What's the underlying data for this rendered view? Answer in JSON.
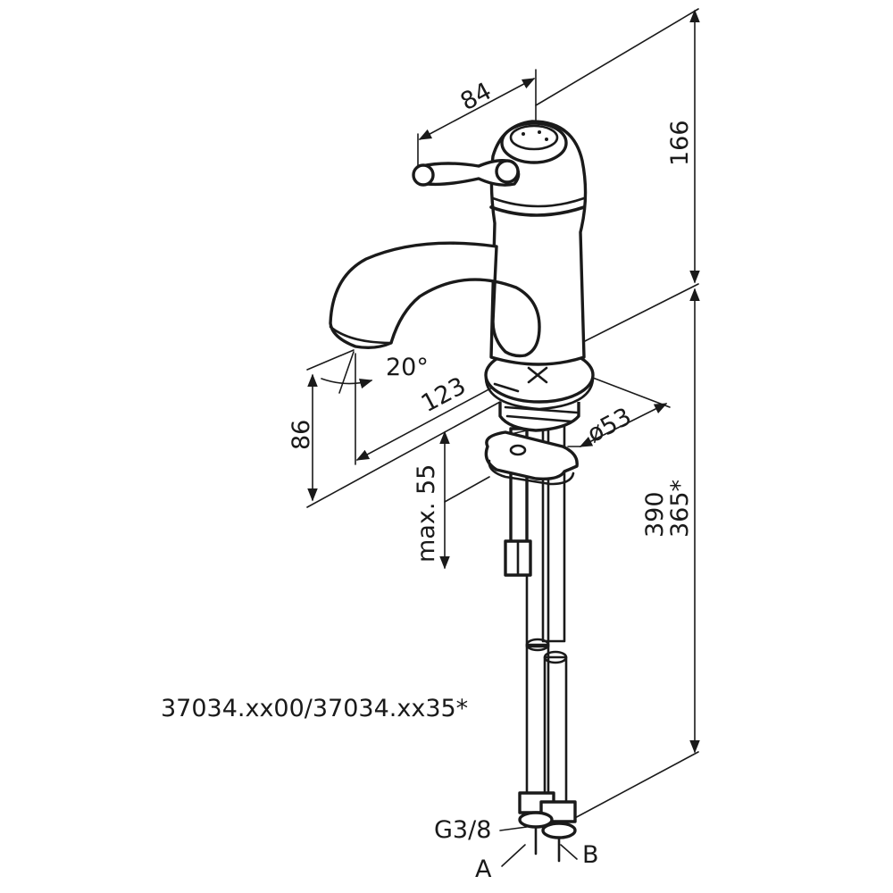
{
  "model_number": "37034.xx00/37034.xx35*",
  "dimensions": {
    "handle_reach": "84",
    "top_height": "166",
    "spout_angle": "20°",
    "spout_length": "123",
    "spout_height": "86",
    "mount_diameter": "ø53",
    "max_thickness": "max. 55",
    "total_height": "390",
    "total_height_alt": "365*"
  },
  "connections": {
    "thread": "G3/8",
    "hose_a": "A",
    "hose_b": "B"
  },
  "colors": {
    "line": "#1a1a1a",
    "background": "#ffffff"
  }
}
